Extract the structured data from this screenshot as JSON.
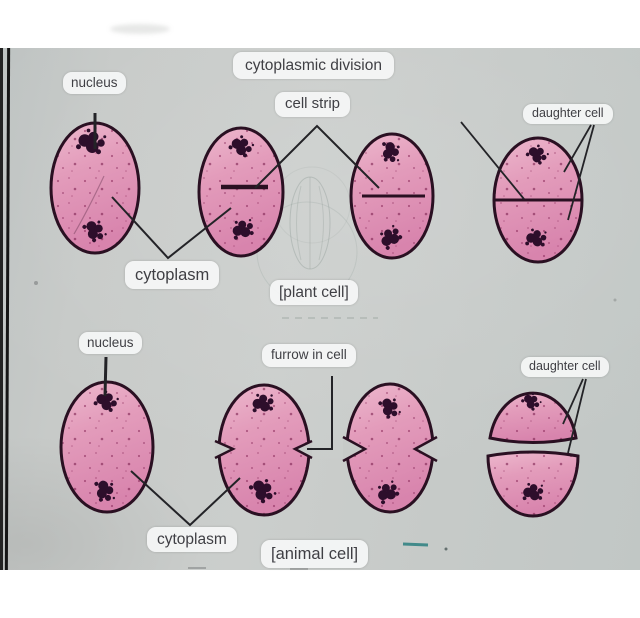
{
  "figure": {
    "title": "cytoplasmic division",
    "colors": {
      "page_gray": "#c6c9c7",
      "cell_pink": "#df8fb3",
      "outline_ink": "#2a1022",
      "annotation_ink": "#232327",
      "pill_bg": "#f4f5f5",
      "pill_text": "#3f3f44",
      "teal_pen_mark": "#2b7f80"
    },
    "plant_row": {
      "nucleus_label": "nucleus",
      "cell_strip_label": "cell strip",
      "daughter_cell_label": "daughter cell",
      "cytoplasm_label": "cytoplasm",
      "caption": "[plant cell]"
    },
    "animal_row": {
      "nucleus_label": "nucleus",
      "furrow_label": "furrow in cell",
      "daughter_cell_label": "daughter cell",
      "cytoplasm_label": "cytoplasm",
      "caption": "[animal cell]"
    }
  }
}
